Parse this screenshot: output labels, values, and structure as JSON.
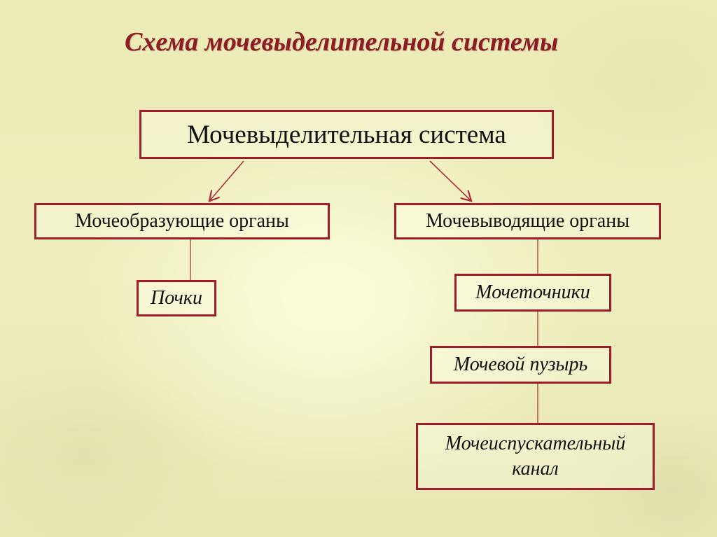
{
  "title": "Схема мочевыделительной системы",
  "root": {
    "label": "Мочевыделительная система"
  },
  "branches": [
    {
      "label": "Мочеобразующие органы",
      "children": [
        "Почки"
      ]
    },
    {
      "label": "Мочевыводящие органы",
      "children": [
        "Мочеточники",
        "Мочевой пузырь",
        "Мочеиспускательный канал"
      ]
    }
  ],
  "urethra_lines": [
    "Мочеиспускательный",
    "канал"
  ],
  "colors": {
    "border": "#a01c28",
    "title": "#8b1d24",
    "background": "#eeeebd",
    "connector": "#b0303a"
  }
}
